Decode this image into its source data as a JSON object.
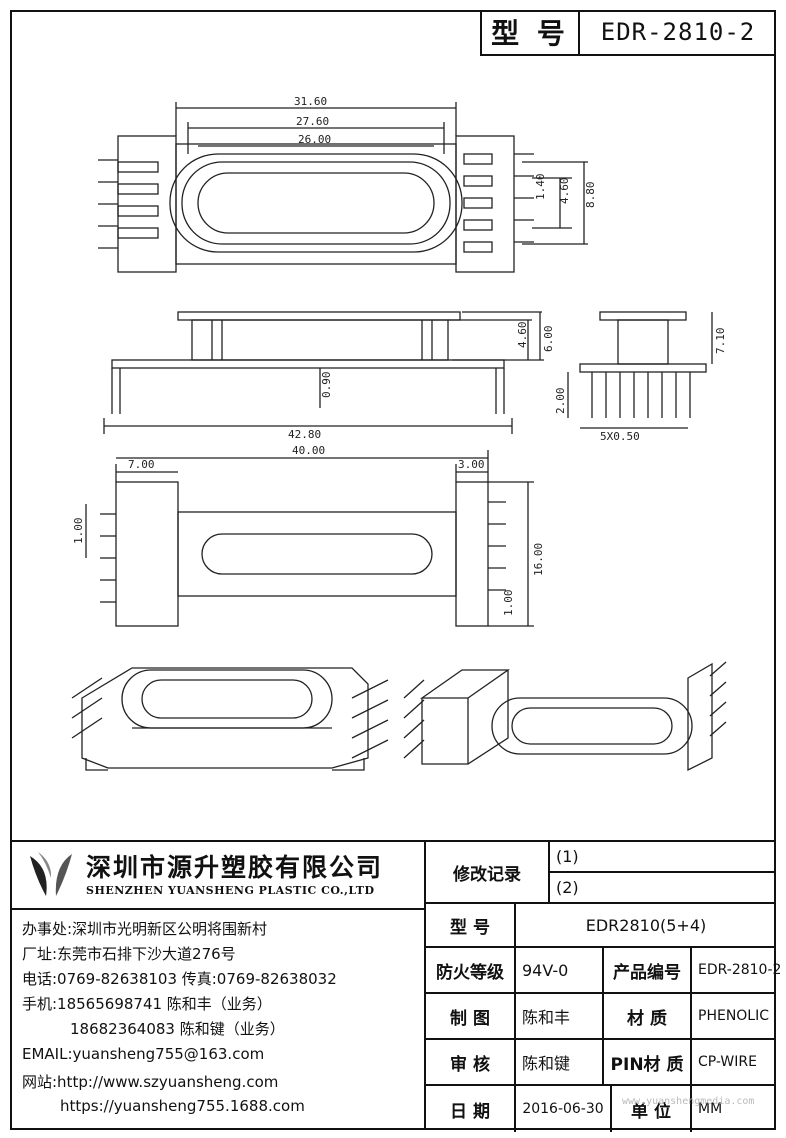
{
  "header": {
    "model_label": "型 号",
    "model_value": "EDR-2810-2"
  },
  "dimensions": {
    "d1": "31.60",
    "d2": "27.60",
    "d3": "26.00",
    "d4": "1.40",
    "d5": "4.60",
    "d6": "8.80",
    "d7": "4.60",
    "d8": "6.00",
    "d9": "0.90",
    "d10": "42.80",
    "d11": "7.10",
    "d12": "2.00",
    "d13": "5X0.50",
    "d14": "7.00",
    "d15": "40.00",
    "d16": "3.00",
    "d17": "1.00",
    "d18": "16.00",
    "d19": "1.00"
  },
  "company": {
    "name_cn": "深圳市源升塑胶有限公司",
    "name_en": "SHENZHEN YUANSHENG PLASTIC CO.,LTD",
    "office": "办事处:深圳市光明新区公明将围新村",
    "factory": "厂址:东莞市石排下沙大道276号",
    "phone": "电话:0769-82638103 传真:0769-82638032",
    "mobile1": "手机:18565698741 陈和丰（业务）",
    "mobile2": "18682364083 陈和键（业务）",
    "email": "EMAIL:yuansheng755@163.com",
    "web1": "网站:http://www.szyuansheng.com",
    "web2": "https://yuansheng755.1688.com"
  },
  "revision": {
    "label": "修改记录",
    "r1": "(1)",
    "r2": "(2)"
  },
  "specs": {
    "model_label": "型 号",
    "model_value": "EDR2810(5+4)",
    "fire_label": "防火等级",
    "fire_value": "94V-0",
    "product_no_label": "产品编号",
    "product_no_value": "EDR-2810-2",
    "drawn_label": "制 图",
    "drawn_value": "陈和丰",
    "material_label": "材 质",
    "material_value": "PHENOLIC",
    "checked_label": "审 核",
    "checked_value": "陈和键",
    "pin_label": "PIN材 质",
    "pin_value": "CP-WIRE",
    "date_label": "日 期",
    "date_value": "2016-06-30",
    "unit_label": "单 位",
    "unit_value": "MM"
  },
  "watermark": "www.yuanshengmedia.com"
}
